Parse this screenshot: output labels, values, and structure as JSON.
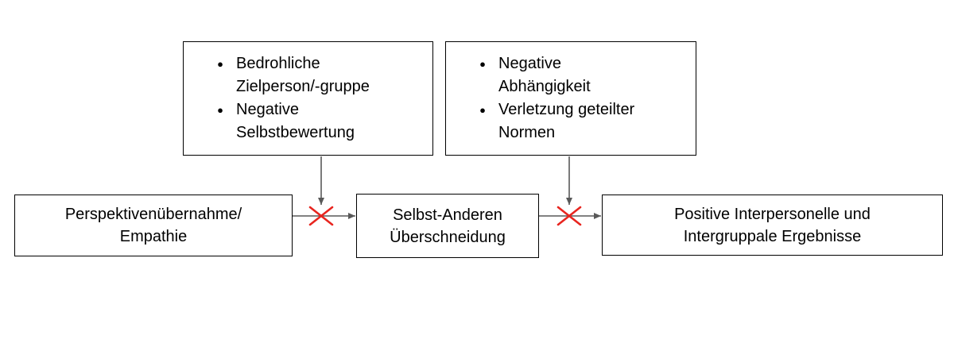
{
  "diagram": {
    "bullet_glyph": "●",
    "moderator_boxes": [
      {
        "bullets": [
          {
            "lines": [
              "Bedrohliche",
              "Zielperson/-gruppe"
            ]
          },
          {
            "lines": [
              "Negative",
              "Selbstbewertung"
            ]
          }
        ]
      },
      {
        "bullets": [
          {
            "lines": [
              "Negative",
              "Abhängigkeit"
            ]
          },
          {
            "lines": [
              "Verletzung geteilter",
              "Normen"
            ]
          }
        ]
      }
    ],
    "process_boxes": [
      {
        "lines": [
          "Perspektivenübernahme/",
          "Empathie"
        ]
      },
      {
        "lines": [
          "Selbst-Anderen",
          "Überschneidung"
        ]
      },
      {
        "lines": [
          "Positive Interpersonelle und",
          "Intergruppale Ergebnisse"
        ]
      }
    ],
    "connectors": {
      "arrow_color": "#595959",
      "cross_color": "#e8251f"
    },
    "colors": {
      "background": "#ffffff",
      "box_border": "#000000",
      "text": "#000000"
    }
  }
}
